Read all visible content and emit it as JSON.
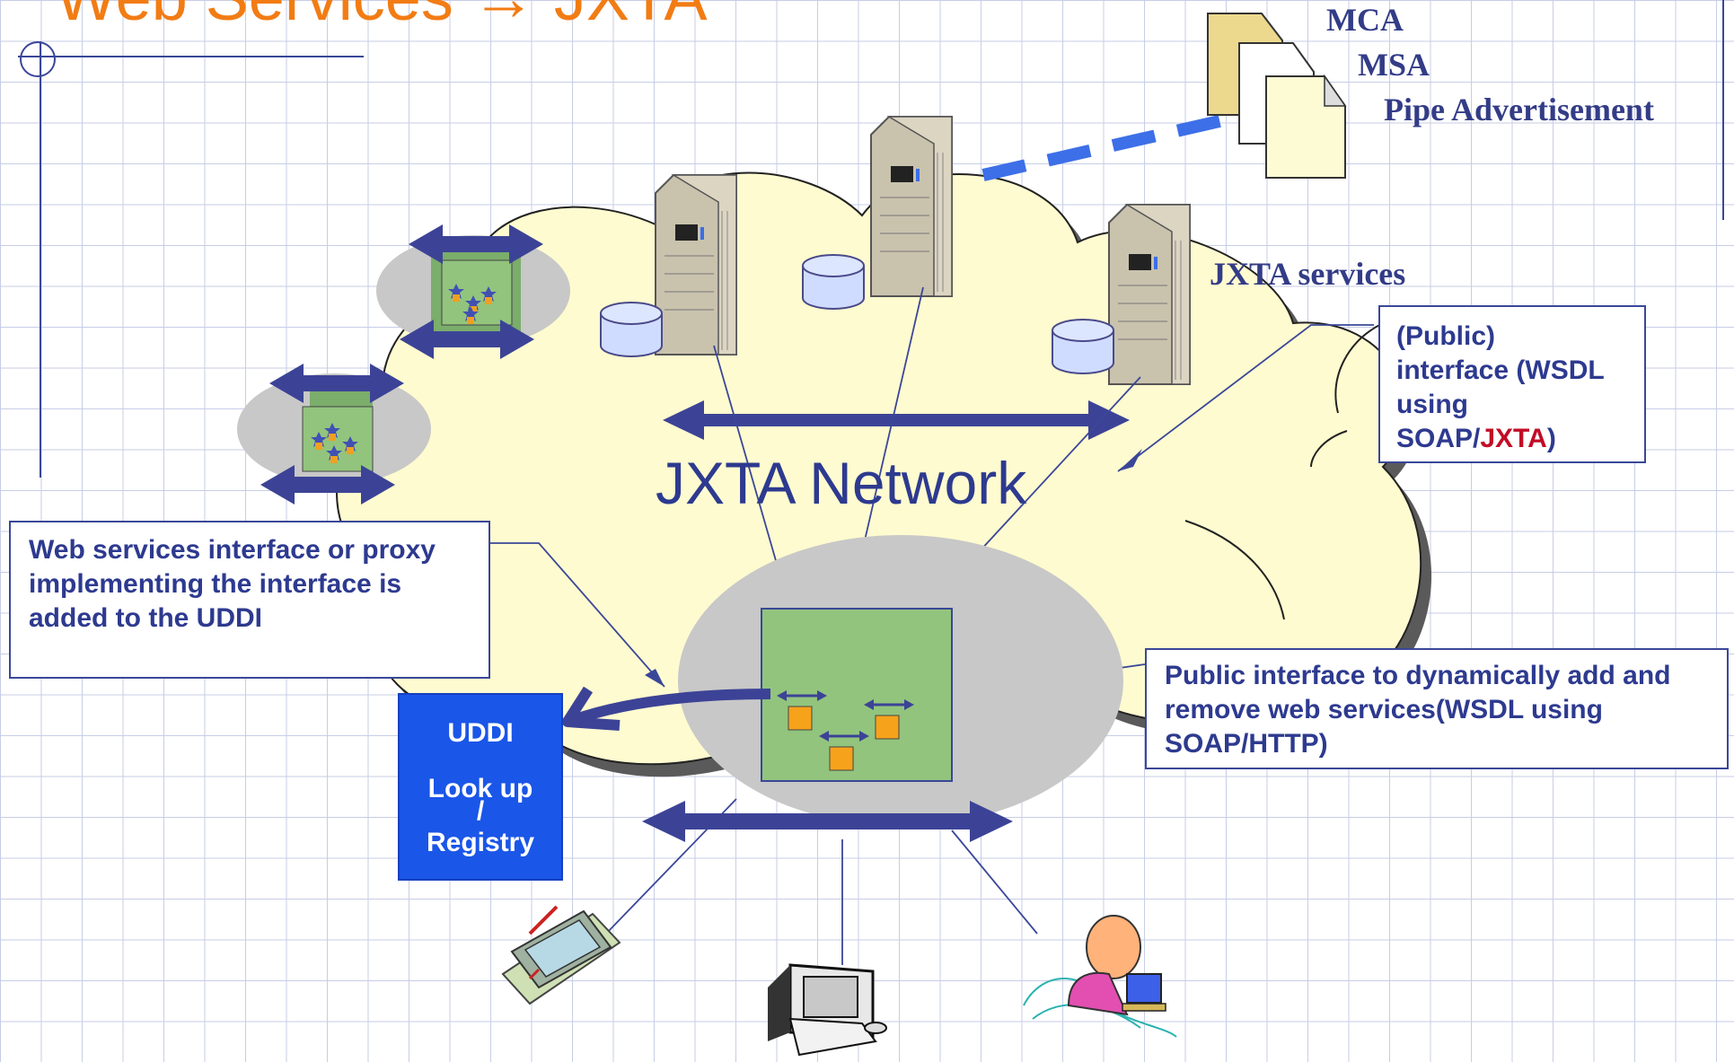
{
  "title": "Web Services → JXTA",
  "documents": {
    "doc1": "MCA",
    "doc2": "MSA",
    "doc3": "Pipe Advertisement"
  },
  "services_label": "JXTA services",
  "network_label": "JXTA Network",
  "callouts": {
    "public_wsdl": {
      "line1": "(Public)",
      "line2": "interface (WSDL",
      "line3": "using",
      "line4_prefix": "SOAP/",
      "line4_accent": "JXTA",
      "line4_suffix": ")"
    },
    "web_services": {
      "line1": "Web services interface or proxy",
      "line2": "implementing the interface is",
      "line3": "added to the UDDI"
    },
    "dynamic": {
      "line1": "Public interface to dynamically add and",
      "line2": "remove web services(WSDL using",
      "line3": "SOAP/HTTP)"
    }
  },
  "uddi": {
    "line1": "UDDI",
    "line2": "Look up",
    "line3": "/",
    "line4": "Registry"
  },
  "icons": [
    "server-icon",
    "database-icon",
    "document-icon",
    "arrow-icon",
    "peer-group-icon",
    "pda-icon",
    "computer-icon",
    "user-icon"
  ],
  "colors": {
    "title": "#f27c14",
    "text": "#2d3a8f",
    "cloud": "#fffbd0",
    "peer": "#92c47e",
    "uddi": "#1a56e8",
    "accent": "#c20c26"
  }
}
